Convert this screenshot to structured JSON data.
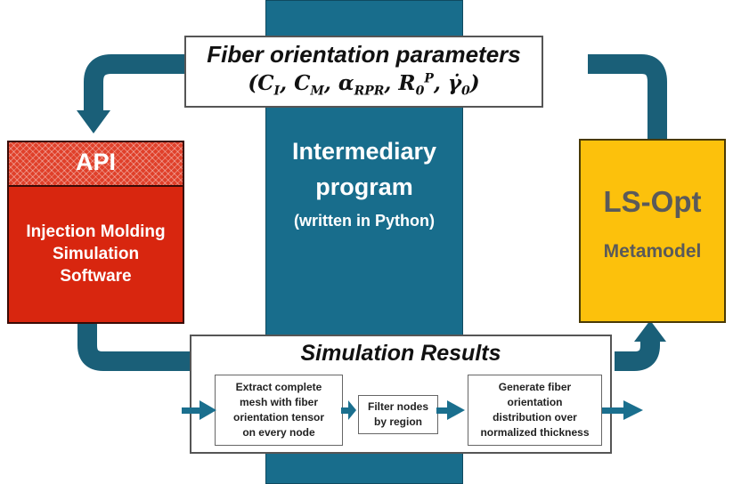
{
  "colors": {
    "teal": "#186d8c",
    "api_red": "#d8260f",
    "lsopt_yellow": "#fcc10c",
    "lsopt_text": "#5a5a5a"
  },
  "parameters": {
    "title": "Fiber orientation parameters"
  },
  "intermediary": {
    "title_line1": "Intermediary",
    "title_line2": "program",
    "subtitle": "(written in Python)"
  },
  "api_box": {
    "header": "API",
    "line1": "Injection Molding",
    "line2": "Simulation",
    "line3": "Software"
  },
  "lsopt_box": {
    "title": "LS-Opt",
    "subtitle": "Metamodel"
  },
  "results": {
    "title": "Simulation Results",
    "steps": [
      {
        "lines": [
          "Extract complete",
          "mesh with fiber",
          "orientation tensor",
          "on every node"
        ]
      },
      {
        "lines": [
          "Filter nodes",
          "by region"
        ]
      },
      {
        "lines": [
          "Generate fiber",
          "orientation",
          "distribution over",
          "normalized thickness"
        ]
      }
    ]
  }
}
